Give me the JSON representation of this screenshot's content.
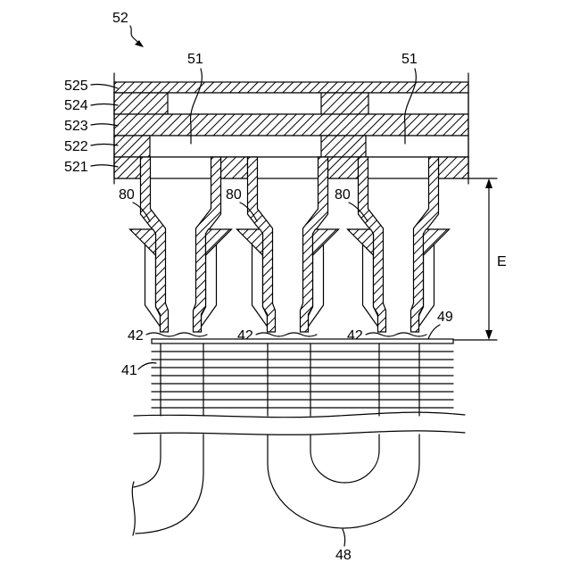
{
  "labels": {
    "assembly": "52",
    "channel_left": "51",
    "channel_right": "51",
    "layers": [
      "525",
      "524",
      "523",
      "522",
      "521"
    ],
    "pins": [
      "80",
      "80",
      "80"
    ],
    "wire_ends": [
      "42",
      "42",
      "42"
    ],
    "stack": "41",
    "plate": "49",
    "dimension": "E",
    "bottom": "48"
  },
  "colors": {
    "ink": "#000000",
    "paper": "#ffffff"
  }
}
